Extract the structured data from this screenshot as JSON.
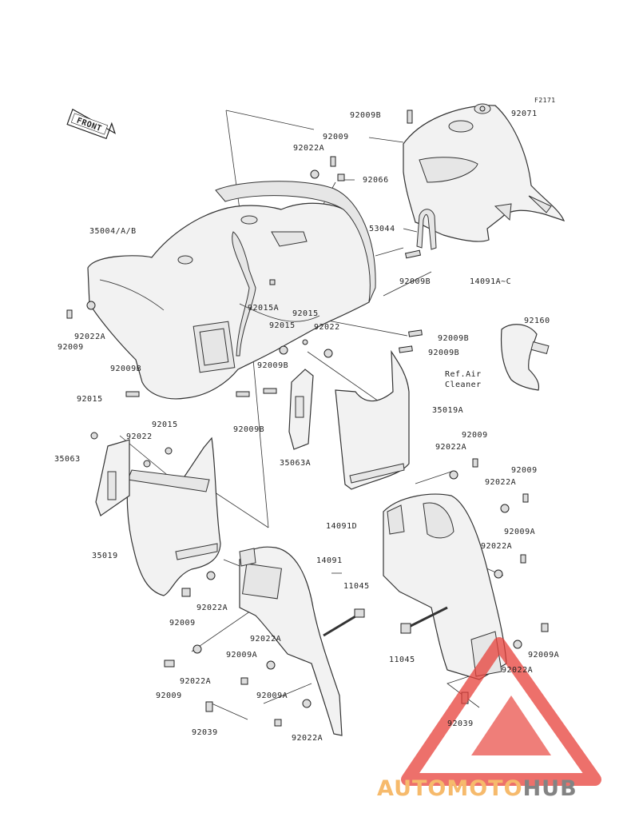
{
  "diagram": {
    "code": "F2171",
    "front_label": "FRONT",
    "callouts": [
      {
        "id": "c1",
        "text": "92009B"
      },
      {
        "id": "c2",
        "text": "92071"
      },
      {
        "id": "c3",
        "text": "92009"
      },
      {
        "id": "c4",
        "text": "92022A"
      },
      {
        "id": "c5",
        "text": "92066"
      },
      {
        "id": "c6",
        "text": "35004/A/B"
      },
      {
        "id": "c7",
        "text": "53044"
      },
      {
        "id": "c8",
        "text": "92009B"
      },
      {
        "id": "c9",
        "text": "14091A~C"
      },
      {
        "id": "c10",
        "text": "92015A"
      },
      {
        "id": "c11",
        "text": "92015"
      },
      {
        "id": "c12",
        "text": "92022A"
      },
      {
        "id": "c13",
        "text": "92009"
      },
      {
        "id": "c14",
        "text": "92015"
      },
      {
        "id": "c15",
        "text": "92022"
      },
      {
        "id": "c16",
        "text": "92009B"
      },
      {
        "id": "c17",
        "text": "92009B"
      },
      {
        "id": "c18",
        "text": "92160"
      },
      {
        "id": "c19",
        "text": "Ref.Air"
      },
      {
        "id": "c20",
        "text": "Cleaner"
      },
      {
        "id": "c21",
        "text": "92009B"
      },
      {
        "id": "c22",
        "text": "92009B"
      },
      {
        "id": "c23",
        "text": "92015"
      },
      {
        "id": "c24",
        "text": "35019A"
      },
      {
        "id": "c25",
        "text": "92009B"
      },
      {
        "id": "c26",
        "text": "92015"
      },
      {
        "id": "c27",
        "text": "92022"
      },
      {
        "id": "c28",
        "text": "35063"
      },
      {
        "id": "c29",
        "text": "35063A"
      },
      {
        "id": "c30",
        "text": "92009"
      },
      {
        "id": "c31",
        "text": "92022A"
      },
      {
        "id": "c32",
        "text": "92009"
      },
      {
        "id": "c33",
        "text": "92022A"
      },
      {
        "id": "c34",
        "text": "14091D"
      },
      {
        "id": "c35",
        "text": "92009A"
      },
      {
        "id": "c36",
        "text": "35019"
      },
      {
        "id": "c37",
        "text": "14091"
      },
      {
        "id": "c38",
        "text": "92022A"
      },
      {
        "id": "c39",
        "text": "11045"
      },
      {
        "id": "c40",
        "text": "92022A"
      },
      {
        "id": "c41",
        "text": "92009"
      },
      {
        "id": "c42",
        "text": "92022A"
      },
      {
        "id": "c43",
        "text": "92009A"
      },
      {
        "id": "c44",
        "text": "11045"
      },
      {
        "id": "c45",
        "text": "92009A"
      },
      {
        "id": "c46",
        "text": "92022A"
      },
      {
        "id": "c47",
        "text": "92022A"
      },
      {
        "id": "c48",
        "text": "92009"
      },
      {
        "id": "c49",
        "text": "92009A"
      },
      {
        "id": "c50",
        "text": "92039"
      },
      {
        "id": "c51",
        "text": "92039"
      },
      {
        "id": "c52",
        "text": "92022A"
      }
    ]
  },
  "watermark": {
    "part1": "AUTOMOTO",
    "part2": "HUB",
    "color_primary": "#f4a43c",
    "color_secondary": "#e8413a",
    "color_dark": "#5a5a5a"
  }
}
